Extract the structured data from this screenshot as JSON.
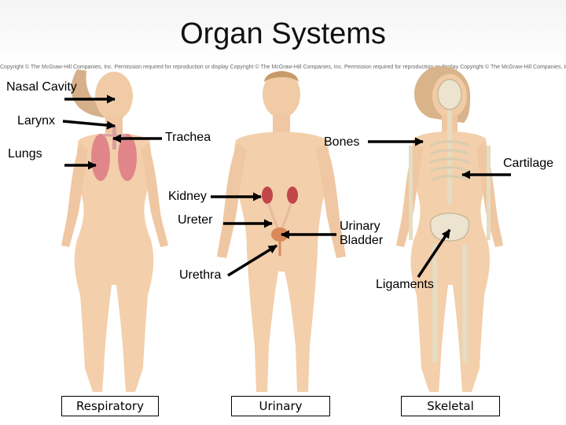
{
  "title": "Organ Systems",
  "copyright": "Copyright © The McGraw-Hill Companies, Inc. Permission required for reproduction or display",
  "labels": {
    "nasal_cavity": "Nasal Cavity",
    "larynx": "Larynx",
    "trachea": "Trachea",
    "lungs": "Lungs",
    "bones": "Bones",
    "cartilage": "Cartilage",
    "kidney": "Kidney",
    "ureter": "Ureter",
    "urinary_bladder": "Urinary Bladder",
    "urethra": "Urethra",
    "ligaments": "Ligaments"
  },
  "captions": {
    "respiratory": "Respiratory",
    "urinary": "Urinary",
    "skeletal": "Skeletal"
  }
}
